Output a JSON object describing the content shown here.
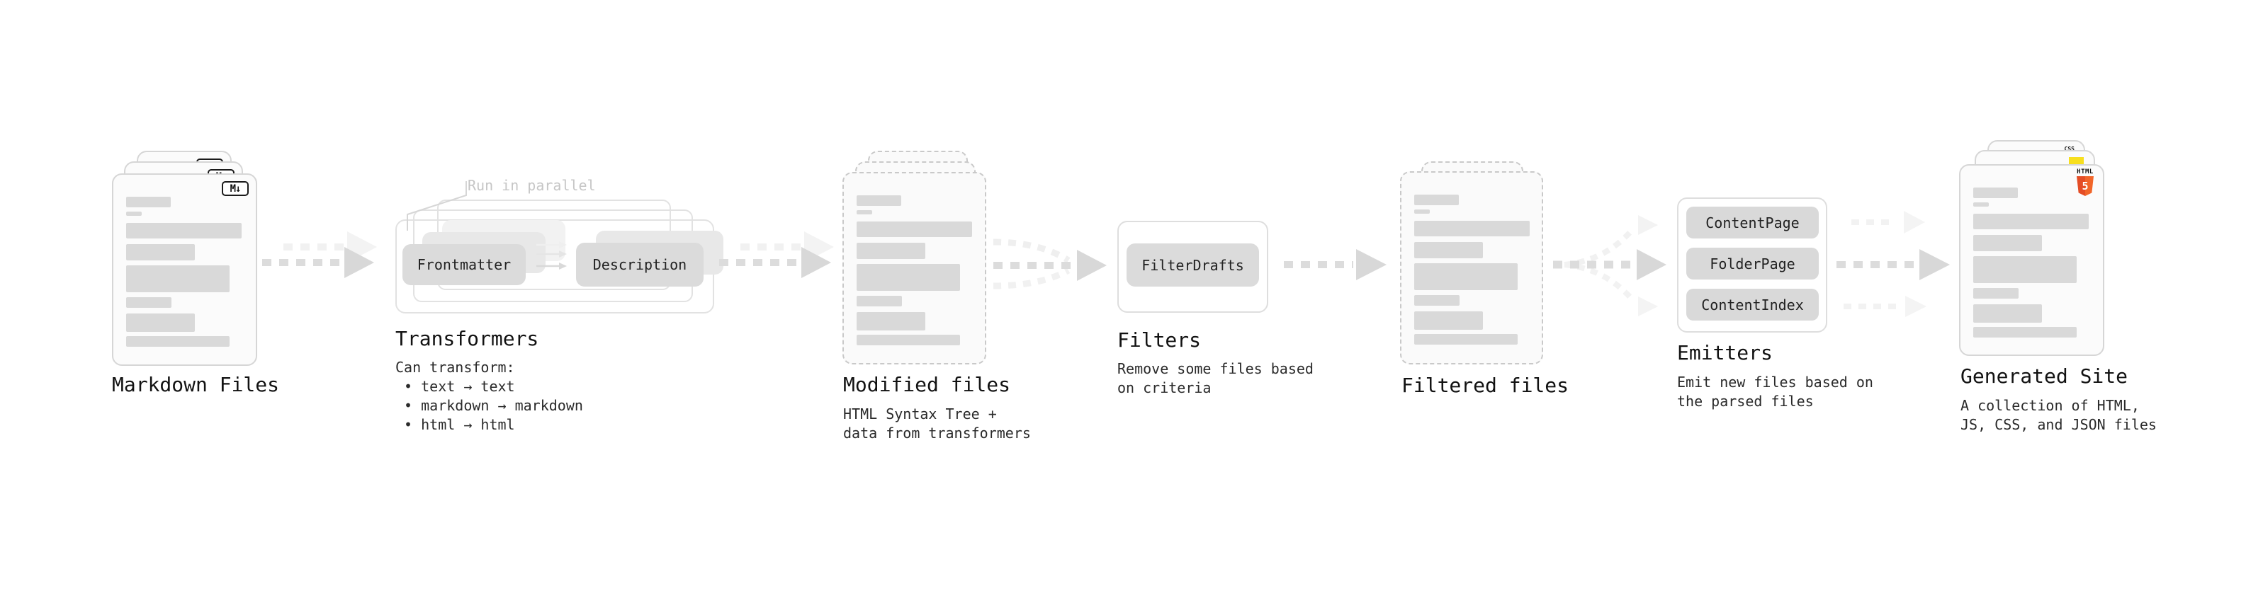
{
  "diagram": {
    "markdown_files": {
      "label": "Markdown Files",
      "icon_text": "M↓"
    },
    "transformers": {
      "annotation": "Run in parallel",
      "chip_from": "Frontmatter",
      "chip_to": "Description",
      "label": "Transformers",
      "description": "Can transform:\n • text → text\n • markdown → markdown\n • html → html"
    },
    "modified_files": {
      "label": "Modified files",
      "description": "HTML Syntax Tree +\ndata from transformers"
    },
    "filters": {
      "label": "Filters",
      "chip": "FilterDrafts",
      "description": "Remove some files based\non criteria"
    },
    "filtered_files": {
      "label": "Filtered files"
    },
    "emitters": {
      "label": "Emitters",
      "chips": [
        "ContentPage",
        "FolderPage",
        "ContentIndex"
      ],
      "description": "Emit new files based on\nthe parsed files"
    },
    "generated_site": {
      "label": "Generated Site",
      "description": "A collection of HTML,\nJS, CSS, and JSON files",
      "badges": {
        "css": "CSS",
        "html_label": "HTML",
        "html_number": "5"
      }
    },
    "colors": {
      "accent_orange": "#e5532c",
      "accent_yellow": "#f7df1e",
      "accent_blue": "#2f6fe4"
    }
  }
}
